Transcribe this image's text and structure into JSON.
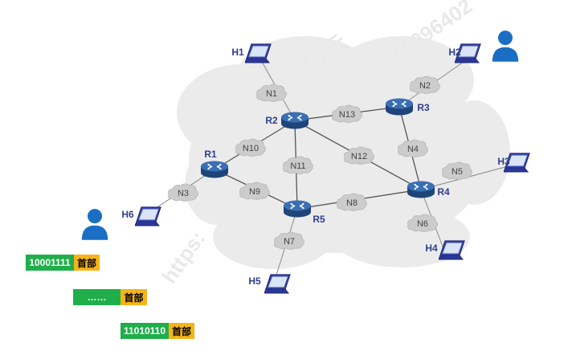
{
  "routers": [
    "R1",
    "R2",
    "R3",
    "R4",
    "R5"
  ],
  "nodes": [
    "N1",
    "N2",
    "N3",
    "N4",
    "N5",
    "N6",
    "N7",
    "N8",
    "N9",
    "N10",
    "N11",
    "N12",
    "N13"
  ],
  "hosts": [
    "H1",
    "H2",
    "H3",
    "H4",
    "H5",
    "H6"
  ],
  "watermarks": [
    "https:",
    "c0996402"
  ],
  "packets": [
    {
      "bits": "10001111",
      "header": "首部"
    },
    {
      "bits": "……",
      "header": "首部"
    },
    {
      "bits": "11010110",
      "header": "首部"
    }
  ],
  "colors": {
    "cloud": "#ebebeb",
    "link": "#555555",
    "router": "#2b5c9e",
    "user": "#1a6fc4",
    "packet_bits": "#1fae4a",
    "packet_header": "#f5b418"
  }
}
